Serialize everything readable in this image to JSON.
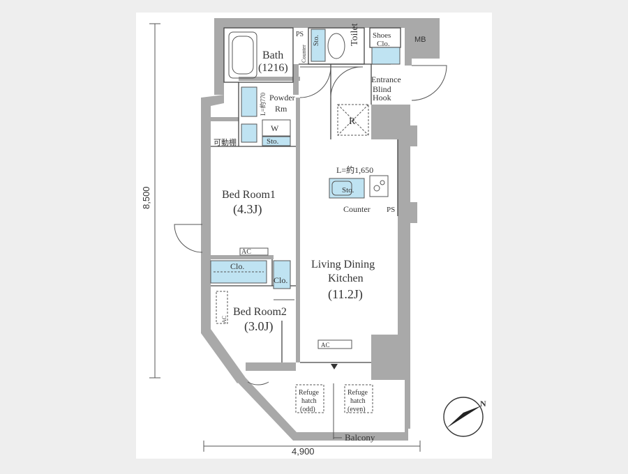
{
  "rooms": {
    "bath": [
      "Bath",
      "(1216)"
    ],
    "ps_top": "PS",
    "sto_top": "Sto.",
    "counter_top": "Counter",
    "toilet": "Toilet",
    "shoes": [
      "Shoes",
      "Clo."
    ],
    "mb": "MB",
    "entrance": [
      "Entrance",
      "Blind",
      "Hook"
    ],
    "powder": [
      "Powder",
      "Rm"
    ],
    "l_dim": "L=約770",
    "w": "W",
    "sto_w": "Sto.",
    "kadodana": "可動棚",
    "refrigerator": "R",
    "kitchen_len": "L=約1,650",
    "sto_kitchen": "Sto.",
    "counter": "Counter",
    "ps_kitchen": "PS",
    "bed1": [
      "Bed Room1",
      "(4.3J)"
    ],
    "ac1": "AC",
    "clo1": "Clo.",
    "clo2": "Clo.",
    "bed2": [
      "Bed Room2",
      "(3.0J)"
    ],
    "ac_bed2": "AC",
    "ldk": [
      "Living Dining",
      "Kitchen",
      "(11.2J)"
    ],
    "ac_ldk": "AC",
    "refuge_odd": [
      "Refuge",
      "hatch",
      "(odd)"
    ],
    "refuge_even": [
      "Refuge",
      "hatch",
      "(even)"
    ],
    "balcony": "Balcony"
  },
  "dimensions": {
    "height": "8,500",
    "width": "4,900"
  },
  "compass": {
    "north_label": "N"
  },
  "colors": {
    "wall": "#a9a9a9",
    "storage": "#bfe3f2",
    "background": "#eeeeee"
  }
}
